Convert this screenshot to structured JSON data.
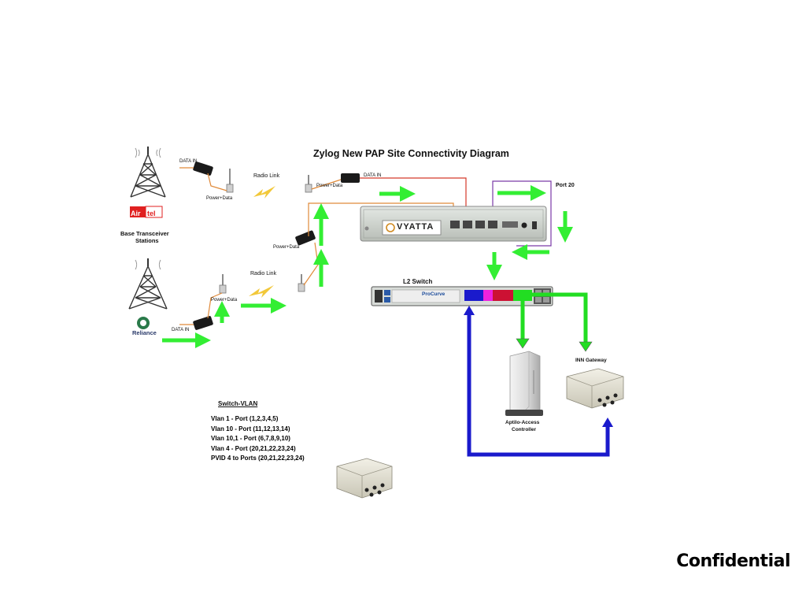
{
  "diagram": {
    "title": "Zylog New PAP Site Connectivity Diagram",
    "labels": {
      "data_in_top_left": "DATA IN",
      "data_in_top_right": "DATA IN",
      "data_in_bottom": "DATA IN",
      "power_data_1": "Power+Data",
      "power_data_2": "Power+Data",
      "power_data_3": "Power+Data",
      "power_data_4": "Power+Data",
      "radio_link_top": "Radio Link",
      "radio_link_bottom": "Radio Link",
      "bts_line1": "Base Transceiver",
      "bts_line2": "Stations",
      "port_20": "Port 20",
      "l2_switch": "L2 Switch",
      "procurve": "ProCurve",
      "vyatta": "VYATTA",
      "inn_gateway": "INN Gateway",
      "aptilo_line1": "Aptilo-Access",
      "aptilo_line2": "Controller"
    },
    "brands": {
      "airtel_left": "Air",
      "airtel_right": "tel",
      "reliance": "Reliance"
    },
    "vlan": {
      "title": "Switch-VLAN",
      "items": [
        "Vlan 1  - Port (1,2,3,4,5)",
        "Vlan 10 - Port (11,12,13,14)",
        "Vlan 10,1 - Port (6,7,8,9,10)",
        "Vlan 4 - Port (20,21,22,23,24)",
        "PVID 4 to Ports (20,21,22,23,24)"
      ]
    },
    "footer": "Confidential",
    "colors": {
      "flow_arrow": "#33ee33",
      "vlan_blue": "#1a1acc",
      "vlan_green": "#22dd22",
      "vlan_red": "#cc1133",
      "vlan_magenta": "#ee22dd",
      "cable_orange": "#e08a3a",
      "cable_red": "#d43a2a",
      "cable_purple": "#7a3aa8",
      "airtel_red": "#e02020"
    }
  }
}
